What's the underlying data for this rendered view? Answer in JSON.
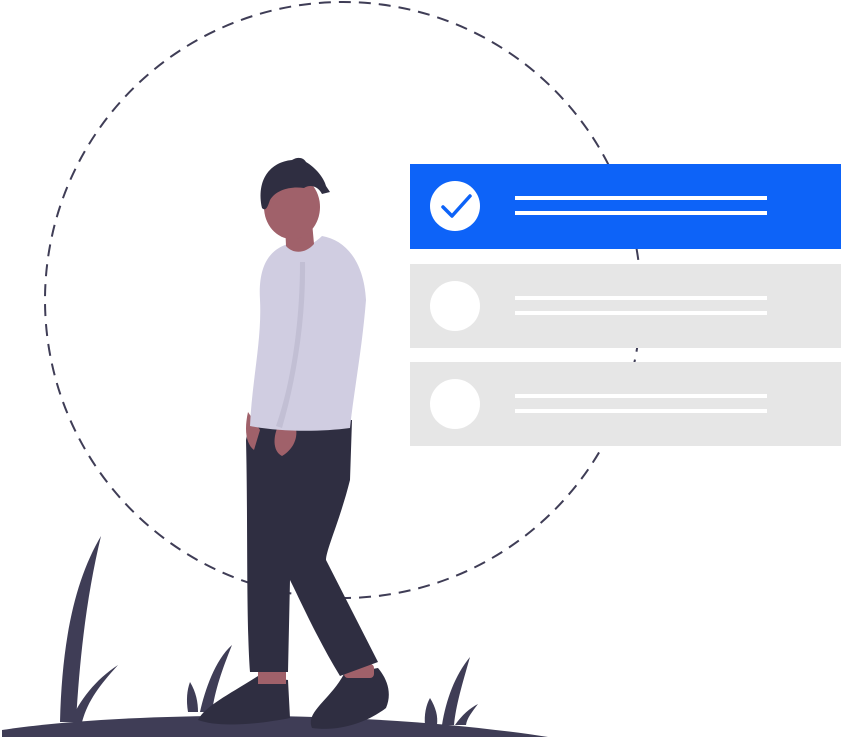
{
  "colors": {
    "background": "#ffffff",
    "accent": "#0d63f8",
    "card_inactive": "#e6e6e6",
    "card_line": "#ffffff",
    "dark": "#2f2e41",
    "dashed_circle": "#3f3d56",
    "shirt": "#d0cde1",
    "skin": "#a0616a",
    "ground": "#3f3d56"
  },
  "checklist": {
    "items": [
      {
        "checked": true,
        "icon": "check-icon"
      },
      {
        "checked": false,
        "icon": "empty-circle-icon"
      },
      {
        "checked": false,
        "icon": "empty-circle-icon"
      }
    ]
  },
  "illustration": {
    "subject": "person-standing",
    "decorations": [
      "dashed-circle",
      "grass",
      "ground-shadow"
    ]
  }
}
